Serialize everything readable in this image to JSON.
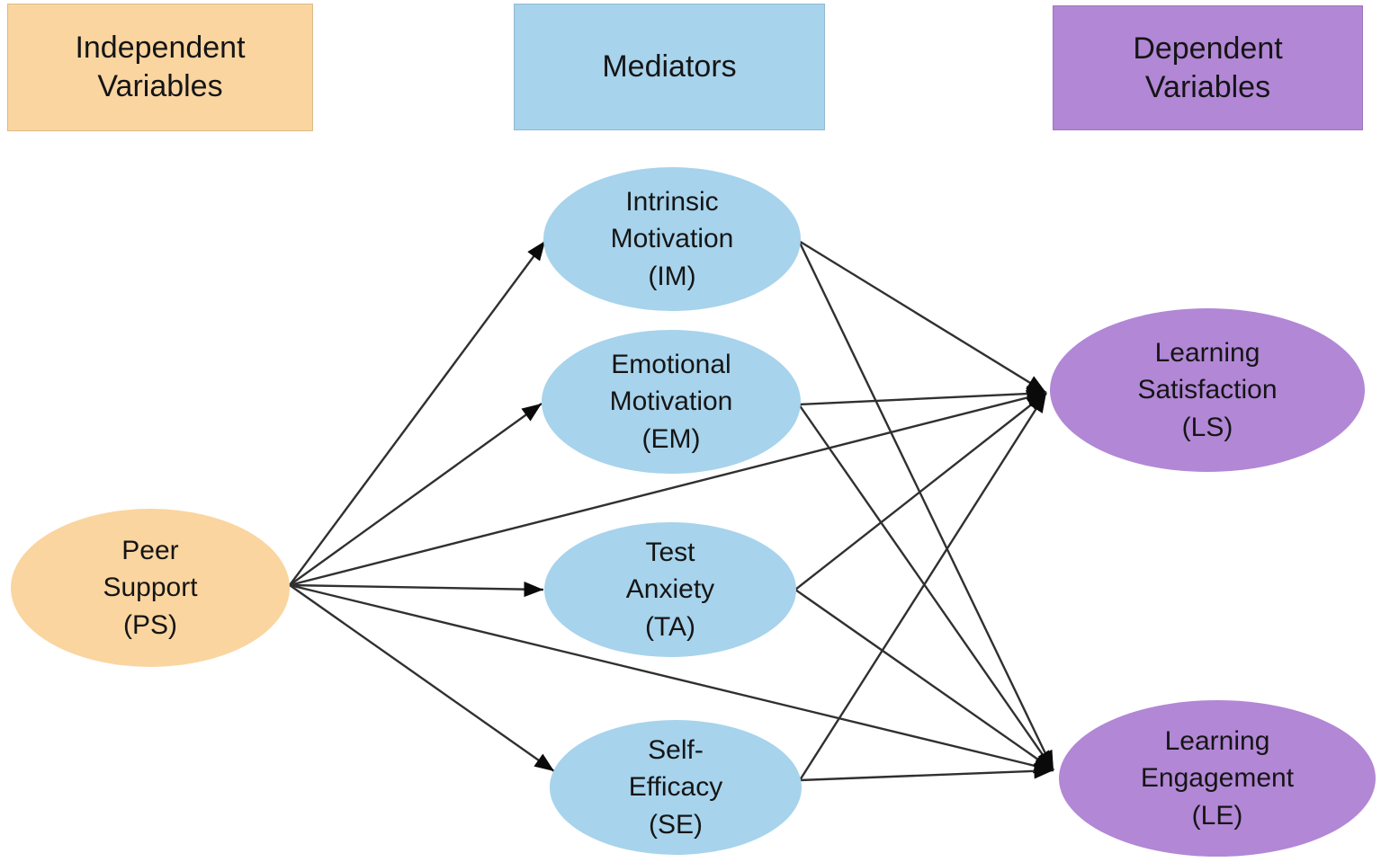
{
  "figure": {
    "type": "path-model-diagram",
    "columns": [
      {
        "id": "independent",
        "label": "Independent\nVariables",
        "color": "#FAD5A0"
      },
      {
        "id": "mediators",
        "label": "Mediators",
        "color": "#A7D3EC"
      },
      {
        "id": "dependent",
        "label": "Dependent\nVariables",
        "color": "#B287D6"
      }
    ],
    "nodes": [
      {
        "id": "PS",
        "label": "Peer\nSupport\n(PS)",
        "column": "independent",
        "color": "#FAD5A0"
      },
      {
        "id": "IM",
        "label": "Intrinsic\nMotivation\n(IM)",
        "column": "mediators",
        "color": "#A7D3EC"
      },
      {
        "id": "EM",
        "label": "Emotional\nMotivation\n(EM)",
        "column": "mediators",
        "color": "#A7D3EC"
      },
      {
        "id": "TA",
        "label": "Test\nAnxiety\n(TA)",
        "column": "mediators",
        "color": "#A7D3EC"
      },
      {
        "id": "SE",
        "label": "Self-\nEfficacy\n(SE)",
        "column": "mediators",
        "color": "#A7D3EC"
      },
      {
        "id": "LS",
        "label": "Learning\nSatisfaction\n(LS)",
        "column": "dependent",
        "color": "#B287D6"
      },
      {
        "id": "LE",
        "label": "Learning\nEngagement\n(LE)",
        "column": "dependent",
        "color": "#B287D6"
      }
    ],
    "edges": [
      {
        "from": "PS",
        "to": "IM"
      },
      {
        "from": "PS",
        "to": "EM"
      },
      {
        "from": "PS",
        "to": "TA"
      },
      {
        "from": "PS",
        "to": "SE"
      },
      {
        "from": "PS",
        "to": "LS"
      },
      {
        "from": "PS",
        "to": "LE"
      },
      {
        "from": "IM",
        "to": "LS"
      },
      {
        "from": "IM",
        "to": "LE"
      },
      {
        "from": "EM",
        "to": "LS"
      },
      {
        "from": "EM",
        "to": "LE"
      },
      {
        "from": "TA",
        "to": "LS"
      },
      {
        "from": "TA",
        "to": "LE"
      },
      {
        "from": "SE",
        "to": "LS"
      },
      {
        "from": "SE",
        "to": "LE"
      }
    ],
    "edge_style": {
      "stroke": "#303030",
      "arrow_fill": "#0a0a0a",
      "text_color": "#151515"
    }
  }
}
